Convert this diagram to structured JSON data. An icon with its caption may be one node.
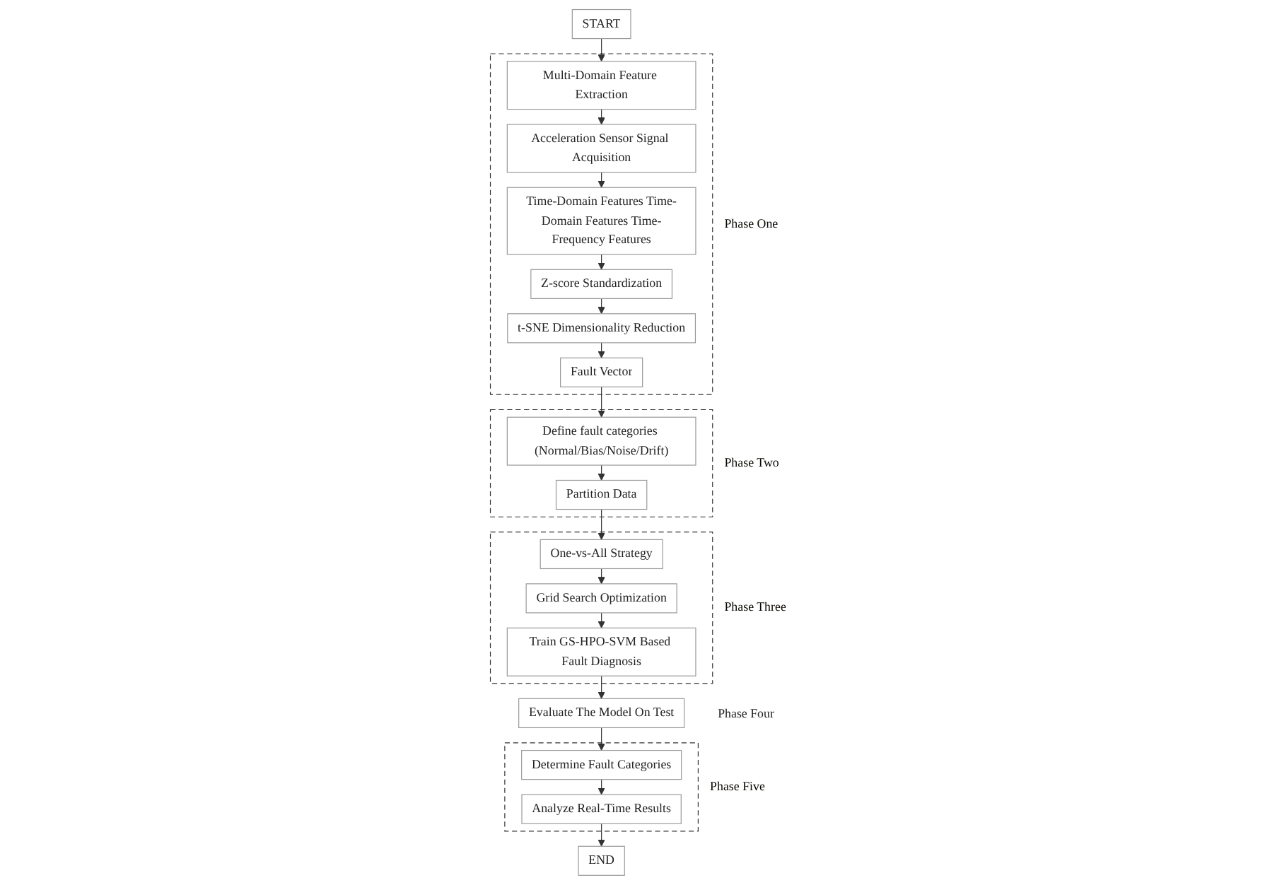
{
  "diagram": {
    "nodes": [
      {
        "text": [
          "START"
        ]
      },
      {
        "text": [
          "Phase One"
        ]
      },
      {
        "text": [
          "Multi-Domain Feature Extraction"
        ],
        "in": 1
      },
      {
        "text": [
          "Acceleration Sensor Signal Acquisition"
        ],
        "in": 1
      },
      {
        "text": [
          "Time-Domain Features Time-Domain Features Time-Frequency Features"
        ],
        "in": 1
      },
      {
        "text": [
          "Z-score Standardization"
        ],
        "in": 1
      },
      {
        "text": [
          "t-SNE Dimensionality Reduction"
        ],
        "in": 1
      },
      {
        "text": [
          "Fault Vector"
        ],
        "in": 1
      },
      {
        "text": [
          "Phase Two"
        ]
      },
      {
        "text": [
          "Define fault categories (Normal/Bias/Noise/Drift)"
        ],
        "in": 8
      },
      {
        "text": [
          "Partition Data"
        ],
        "in": 8
      },
      {
        "text": [
          "Phase Three"
        ]
      },
      {
        "text": [
          "One-vs-All Strategy"
        ],
        "in": 11
      },
      {
        "text": [
          "Grid Search Optimization"
        ],
        "in": 11
      },
      {
        "text": [
          "Train GS-HPO-SVM Based Fault Diagnosis"
        ],
        "in": 11
      },
      {
        "text": [
          "Evaluate The Model On Test"
        ],
        "beside": [
          "Phase Four"
        ]
      },
      {
        "text": [
          "Phase Five"
        ]
      },
      {
        "text": [
          "Determine Fault Categories"
        ],
        "in": 16
      },
      {
        "text": [
          "Analyze Real-Time Results"
        ],
        "in": 16
      },
      {
        "text": [
          "END"
        ]
      }
    ],
    "edges": [
      {
        "from": 0,
        "to": 2,
        "arrow": "to"
      },
      {
        "from": 2,
        "to": 3,
        "arrow": "to"
      },
      {
        "from": 3,
        "to": 4,
        "arrow": "to"
      },
      {
        "from": 4,
        "to": 5,
        "arrow": "to"
      },
      {
        "from": 5,
        "to": 6,
        "arrow": "to"
      },
      {
        "from": 6,
        "to": 7,
        "arrow": "to"
      },
      {
        "from": 7,
        "to": 9,
        "arrow": "to"
      },
      {
        "from": 9,
        "to": 10,
        "arrow": "to"
      },
      {
        "from": 10,
        "to": 12,
        "arrow": "to"
      },
      {
        "from": 12,
        "to": 13,
        "arrow": "to"
      },
      {
        "from": 13,
        "to": 14,
        "arrow": "to"
      },
      {
        "from": 14,
        "to": 15,
        "arrow": "to"
      },
      {
        "from": 15,
        "to": 17,
        "arrow": "to"
      },
      {
        "from": 17,
        "to": 18,
        "arrow": "to"
      },
      {
        "from": 18,
        "to": 19,
        "arrow": "to"
      }
    ]
  }
}
